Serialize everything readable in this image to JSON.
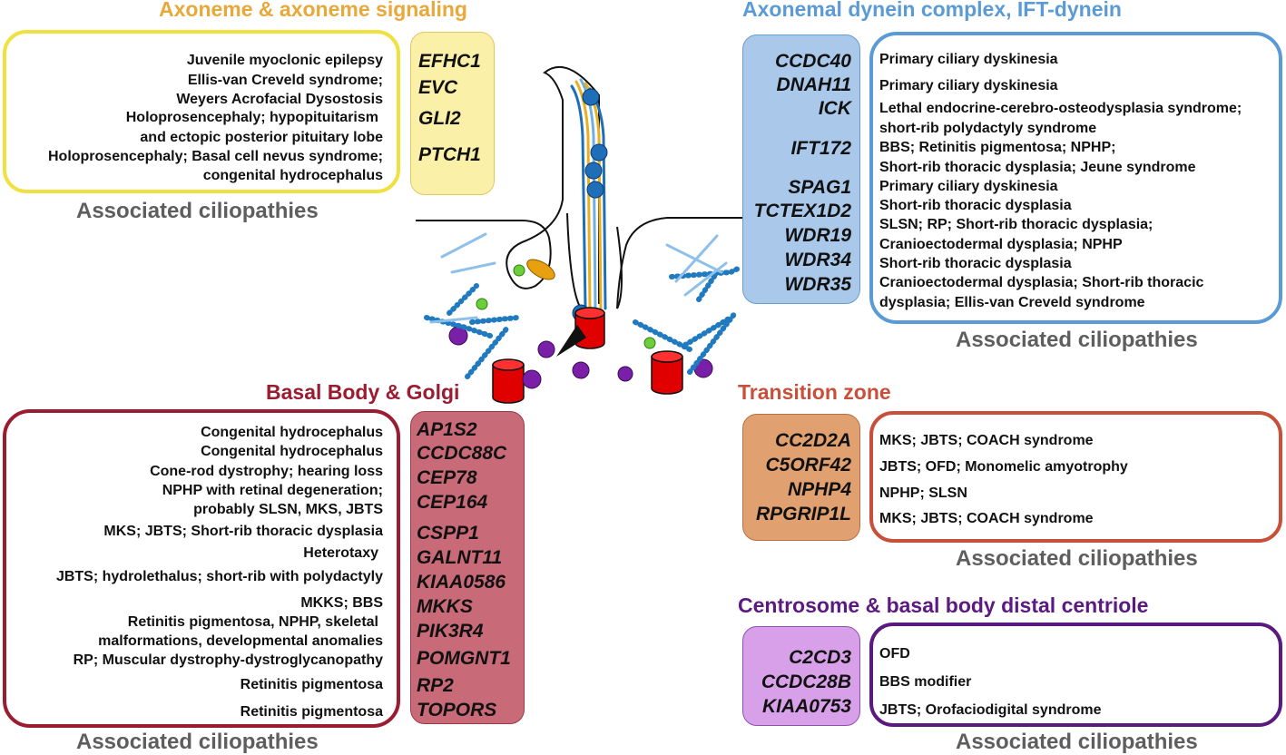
{
  "colors": {
    "axoneme": "#e8a83a",
    "axoneme_box_border": "#f0e040",
    "axoneme_gene_fill": "#faf0a8",
    "dynein": "#5b9bd5",
    "dynein_gene_fill": "#a9c8ea",
    "basal": "#9b1c30",
    "basal_gene_fill": "#c96a78",
    "transition": "#c8503a",
    "transition_gene_fill": "#e0a070",
    "centrosome": "#5a1a80",
    "centrosome_gene_fill": "#d8a0e8",
    "assoc_text": "#5e5e5e"
  },
  "axoneme": {
    "title": "Axoneme & axoneme signaling",
    "genes": [
      "EFHC1",
      "EVC",
      "GLI2",
      "PTCH1"
    ],
    "diseases": [
      "Juvenile myoclonic epilepsy",
      "Ellis-van Creveld syndrome;",
      "Weyers Acrofacial Dysostosis",
      "Holoprosencephaly; hypopituitarism",
      "and ectopic posterior pituitary lobe",
      "Holoprosencephaly; Basal cell nevus syndrome;",
      "congenital hydrocephalus"
    ],
    "assoc": "Associated ciliopathies"
  },
  "dynein": {
    "title": "Axonemal dynein complex, IFT-dynein",
    "genes": [
      "CCDC40",
      "DNAH11",
      "ICK",
      "IFT172",
      "SPAG1",
      "TCTEX1D2",
      "WDR19",
      "WDR34",
      "WDR35"
    ],
    "diseases": [
      "Primary ciliary dyskinesia",
      "Primary ciliary dyskinesia",
      "Lethal endocrine-cerebro-osteodysplasia syndrome;",
      "short-rib polydactyly syndrome",
      "BBS; Retinitis pigmentosa; NPHP;",
      "Short-rib thoracic dysplasia; Jeune syndrome",
      "Primary ciliary dyskinesia",
      "Short-rib thoracic dysplasia",
      "SLSN; RP; Short-rib thoracic dysplasia;",
      "Cranioectodermal dysplasia; NPHP",
      "Short-rib thoracic dysplasia",
      "Cranioectodermal dysplasia; Short-rib thoracic",
      "dysplasia; Ellis-van Creveld syndrome"
    ],
    "assoc": "Associated ciliopathies"
  },
  "basal": {
    "title": "Basal Body & Golgi",
    "genes": [
      "AP1S2",
      "CCDC88C",
      "CEP78",
      "CEP164",
      "CSPP1",
      "GALNT11",
      "KIAA0586",
      "MKKS",
      "PIK3R4",
      "POMGNT1",
      "RP2",
      "TOPORS"
    ],
    "diseases": [
      "Congenital hydrocephalus",
      "Congenital hydrocephalus",
      "Cone-rod dystrophy; hearing loss",
      "NPHP with retinal degeneration;",
      "probably SLSN, MKS, JBTS",
      "MKS; JBTS; Short-rib thoracic dysplasia",
      "Heterotaxy",
      "JBTS; hydrolethalus; short-rib with polydactyly",
      "MKKS; BBS",
      "Retinitis pigmentosa, NPHP, skeletal",
      "malformations, developmental anomalies",
      "RP; Muscular dystrophy-dystroglycanopathy",
      "Retinitis pigmentosa",
      "Retinitis pigmentosa"
    ],
    "assoc": "Associated ciliopathies"
  },
  "transition": {
    "title": "Transition zone",
    "genes": [
      "CC2D2A",
      "C5ORF42",
      "NPHP4",
      "RPGRIP1L"
    ],
    "diseases": [
      "MKS; JBTS; COACH syndrome",
      "JBTS; OFD; Monomelic amyotrophy",
      "NPHP; SLSN",
      "MKS; JBTS; COACH syndrome"
    ],
    "assoc": "Associated ciliopathies"
  },
  "centrosome": {
    "title": "Centrosome & basal body distal centriole",
    "genes": [
      "C2CD3",
      "CCDC28B",
      "KIAA0753"
    ],
    "diseases": [
      "OFD",
      "BBS modifier",
      "JBTS; Orofaciodigital syndrome"
    ],
    "assoc": "Associated ciliopathies"
  }
}
